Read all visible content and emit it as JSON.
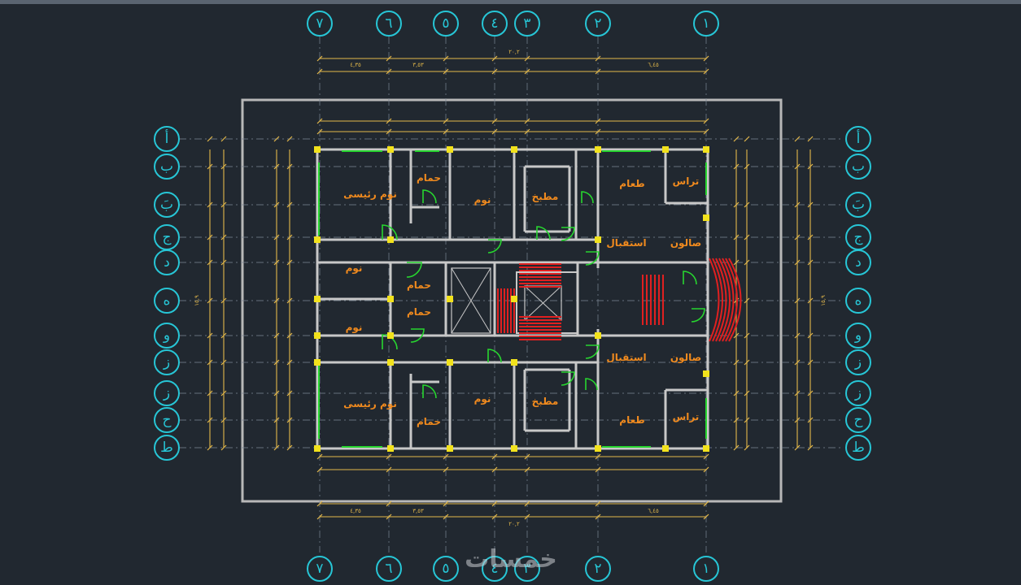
{
  "axes": {
    "vertical": [
      {
        "id": "1",
        "label": "١"
      },
      {
        "id": "2",
        "label": "٢"
      },
      {
        "id": "3",
        "label": "٣"
      },
      {
        "id": "4",
        "label": "٤"
      },
      {
        "id": "5",
        "label": "٥"
      },
      {
        "id": "6",
        "label": "٦"
      },
      {
        "id": "7",
        "label": "٧"
      }
    ],
    "horizontal": [
      {
        "id": "alef",
        "label": "أ"
      },
      {
        "id": "ba",
        "label": "ب"
      },
      {
        "id": "ba2",
        "label": "بَ"
      },
      {
        "id": "jeem",
        "label": "ج"
      },
      {
        "id": "dal",
        "label": "د"
      },
      {
        "id": "ha",
        "label": "ه"
      },
      {
        "id": "waw",
        "label": "و"
      },
      {
        "id": "zain",
        "label": "ز"
      },
      {
        "id": "zain2",
        "label": "ز"
      },
      {
        "id": "hha",
        "label": "ح"
      },
      {
        "id": "tta",
        "label": "ط"
      }
    ]
  },
  "rooms": [
    {
      "id": "master-bedroom-top",
      "label": "نوم رئيسى"
    },
    {
      "id": "bathroom-top",
      "label": "حمام"
    },
    {
      "id": "bedroom-top",
      "label": "نوم"
    },
    {
      "id": "kitchen-top",
      "label": "مطبخ"
    },
    {
      "id": "dining-top",
      "label": "طعام"
    },
    {
      "id": "terrace-top",
      "label": "تراس"
    },
    {
      "id": "reception-top",
      "label": "استقبال"
    },
    {
      "id": "salon-top",
      "label": "صالون"
    },
    {
      "id": "bedroom-left-1",
      "label": "نوم"
    },
    {
      "id": "bathroom-mid-1",
      "label": "حمام"
    },
    {
      "id": "bedroom-left-2",
      "label": "نوم"
    },
    {
      "id": "bathroom-mid-2",
      "label": "حمام"
    },
    {
      "id": "master-bedroom-bottom",
      "label": "نوم رئيسى"
    },
    {
      "id": "bathroom-bottom",
      "label": "حمام"
    },
    {
      "id": "bedroom-bottom",
      "label": "نوم"
    },
    {
      "id": "kitchen-bottom",
      "label": "مطبخ"
    },
    {
      "id": "dining-bottom",
      "label": "طعام"
    },
    {
      "id": "terrace-bottom",
      "label": "تراس"
    },
    {
      "id": "reception-bottom",
      "label": "استقبال"
    },
    {
      "id": "salon-bottom",
      "label": "صالون"
    }
  ],
  "dimensions": {
    "top_overall": "٢٠,٢",
    "top_segments": [
      "٤,٣٥",
      "٣,٥٣",
      "",
      "",
      "",
      "٦,٤٥"
    ],
    "bottom_overall": "٢٠,٢",
    "bottom_segments": [
      "٤,٣٥",
      "٣,٥٣",
      "",
      "",
      "",
      "٦,٤٥"
    ],
    "left_overall": "١٥,٩",
    "right_overall": "١٥,٩"
  },
  "watermark": "خمسات",
  "colors": {
    "background": "#212830",
    "axis_bubble": "#27c6d6",
    "dimension": "#e3b84a",
    "wall": "#c8c8c8",
    "door": "#27d62f",
    "stair": "#e02020",
    "room_text": "#f08a1e",
    "column": "#f2e21c"
  }
}
